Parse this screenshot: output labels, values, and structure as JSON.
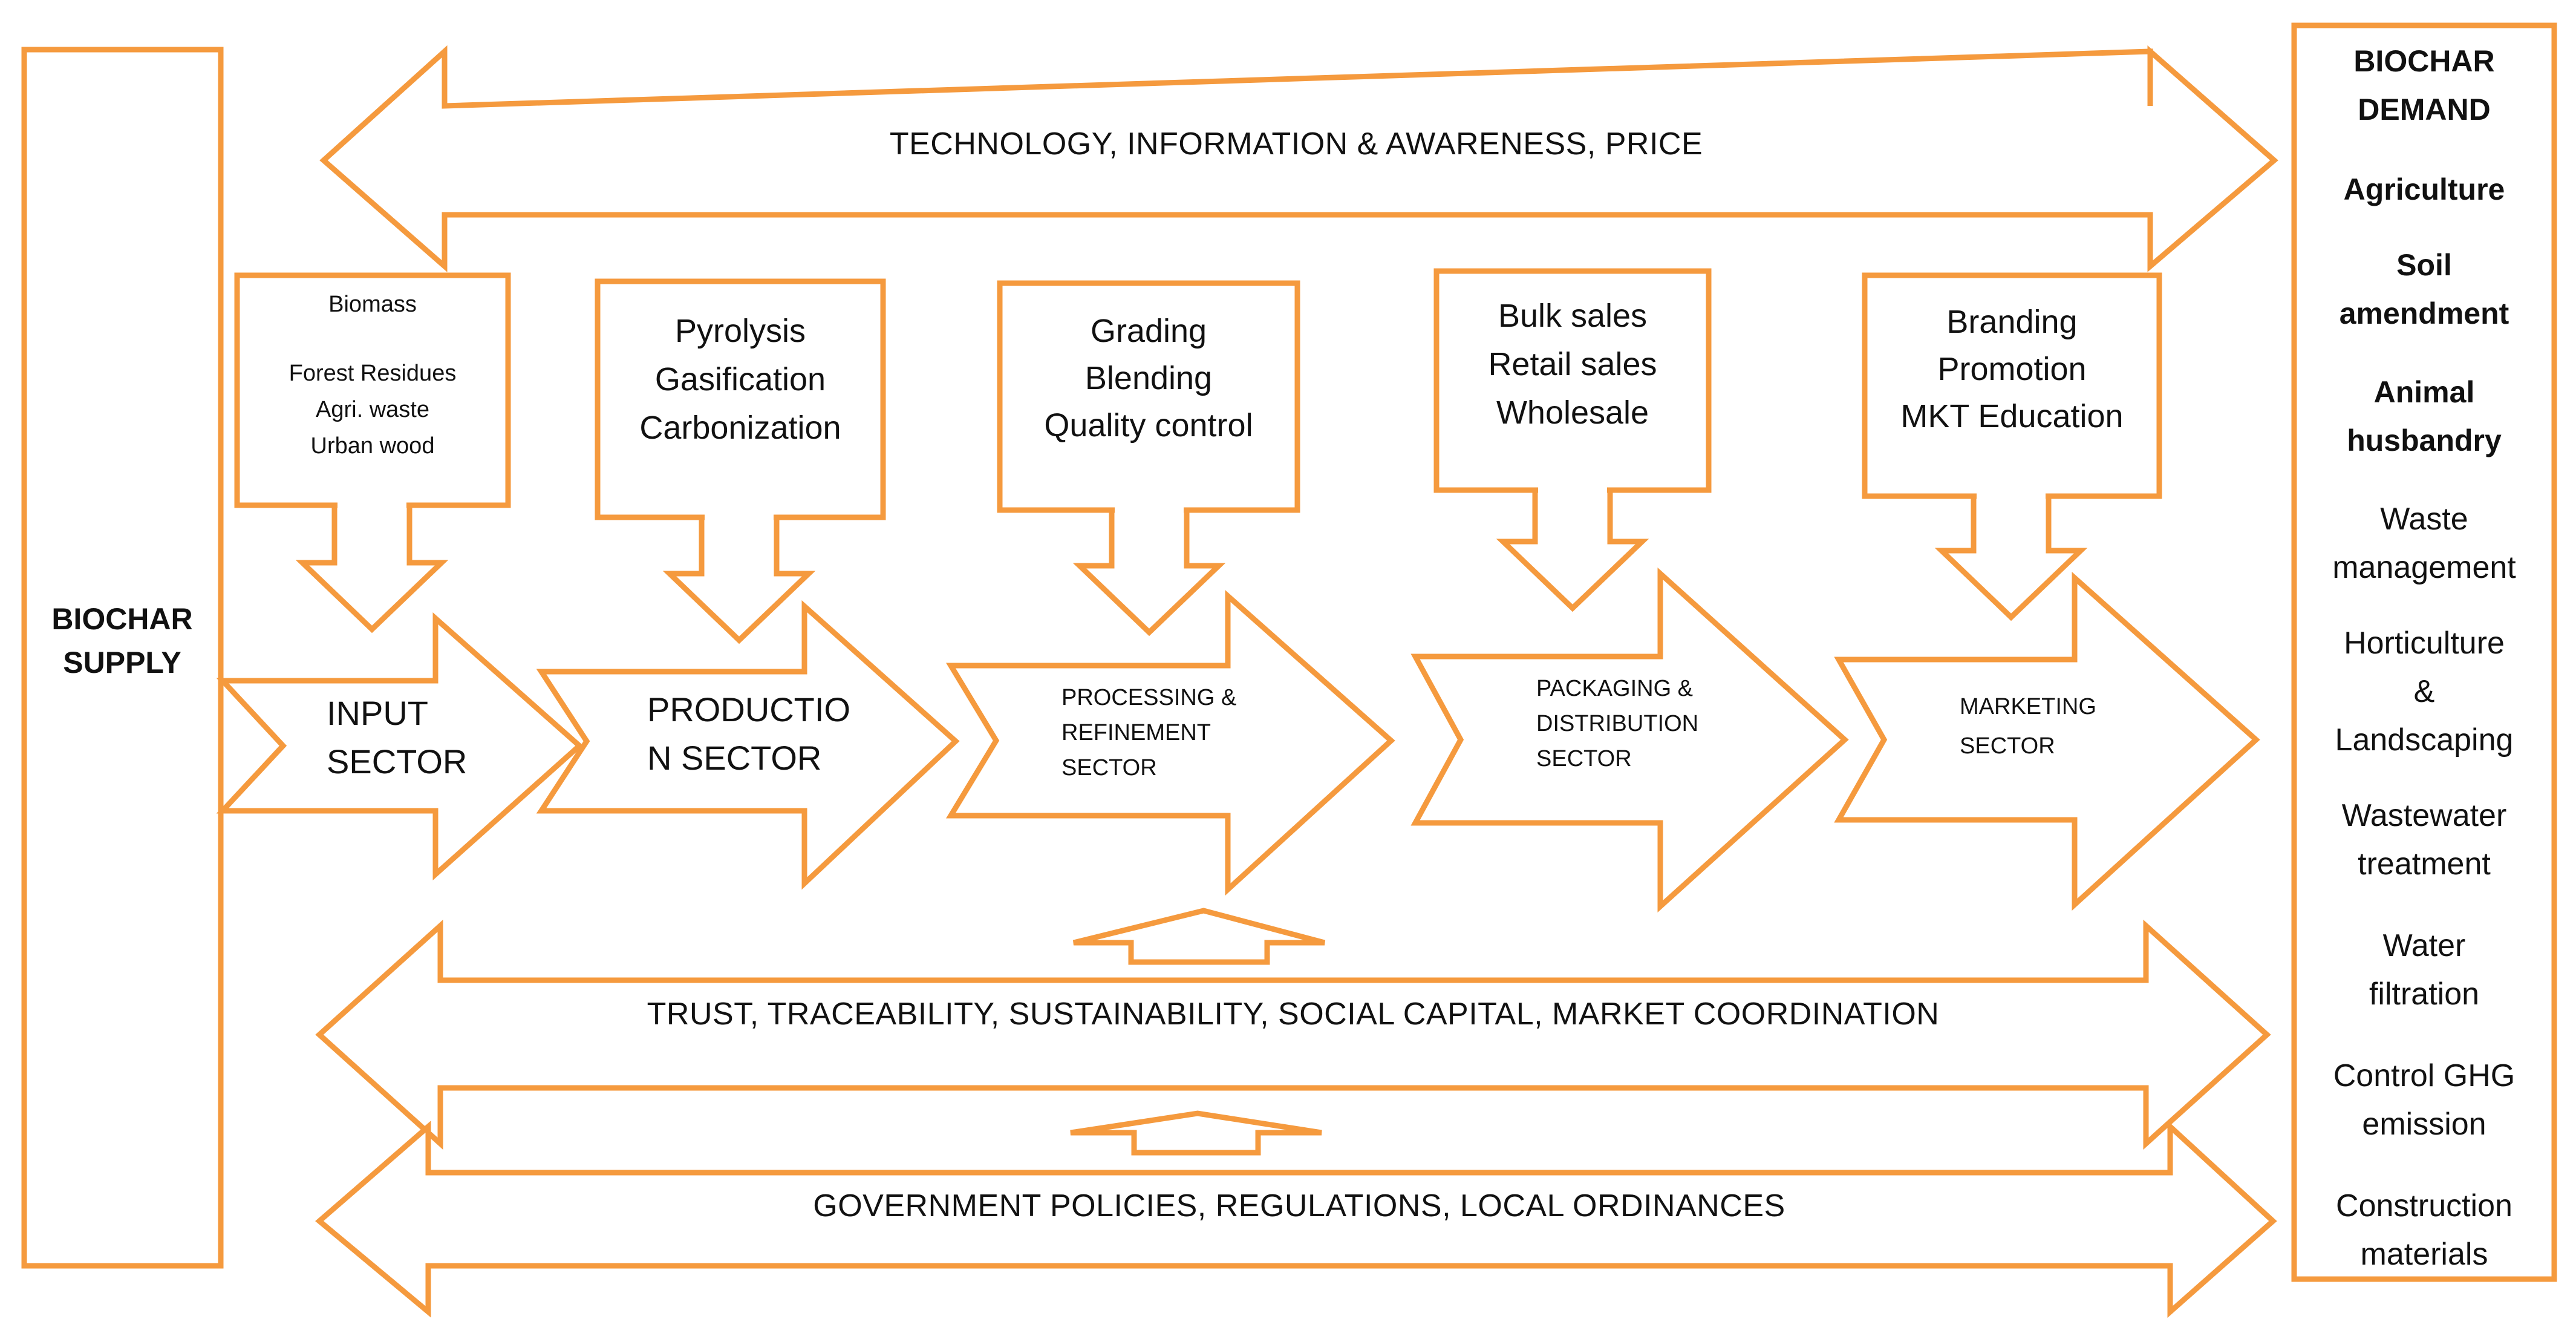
{
  "supply_label": [
    "BIOCHAR",
    "SUPPLY"
  ],
  "demand": {
    "title": [
      "BIOCHAR",
      "DEMAND"
    ],
    "items": [
      {
        "lines": [
          "Agriculture"
        ],
        "bold": true
      },
      {
        "lines": [
          "Soil",
          "amendment"
        ],
        "bold": true
      },
      {
        "lines": [
          "Animal",
          "husbandry"
        ],
        "bold": true
      },
      {
        "lines": [
          "Waste",
          "management"
        ],
        "bold": false
      },
      {
        "lines": [
          "Horticulture",
          "&",
          "Landscaping"
        ],
        "bold": false
      },
      {
        "lines": [
          "Wastewater",
          "treatment"
        ],
        "bold": false
      },
      {
        "lines": [
          "Water",
          "filtration"
        ],
        "bold": false
      },
      {
        "lines": [
          "Control GHG",
          "emission"
        ],
        "bold": false
      },
      {
        "lines": [
          "Construction",
          "materials"
        ],
        "bold": false
      }
    ]
  },
  "bands": {
    "top": "TECHNOLOGY, INFORMATION & AWARENESS, PRICE",
    "middle": "TRUST, TRACEABILITY, SUSTAINABILITY, SOCIAL CAPITAL, MARKET COORDINATION",
    "bottom": "GOVERNMENT POLICIES, REGULATIONS, LOCAL ORDINANCES"
  },
  "sectors": [
    {
      "lines": [
        "INPUT",
        "SECTOR"
      ]
    },
    {
      "lines": [
        "PRODUCTIO",
        "N SECTOR"
      ]
    },
    {
      "lines": [
        "PROCESSING &",
        "REFINEMENT",
        "SECTOR"
      ]
    },
    {
      "lines": [
        "PACKAGING &",
        "DISTRIBUTION",
        "SECTOR"
      ]
    },
    {
      "lines": [
        "MARKETING",
        "SECTOR"
      ]
    }
  ],
  "activity_boxes": [
    {
      "lines": [
        "Biomass",
        "",
        "Forest Residues",
        "Agri.  waste",
        "Urban wood"
      ]
    },
    {
      "lines": [
        "Pyrolysis",
        "Gasification",
        "Carbonization"
      ]
    },
    {
      "lines": [
        "Grading",
        "Blending",
        "Quality control"
      ]
    },
    {
      "lines": [
        "Bulk sales",
        "Retail sales",
        "Wholesale"
      ]
    },
    {
      "lines": [
        "Branding",
        "Promotion",
        "MKT  Education"
      ]
    }
  ],
  "colors": {
    "stroke": "#F59A3E",
    "text": "#111111",
    "background": "#FFFFFF"
  }
}
